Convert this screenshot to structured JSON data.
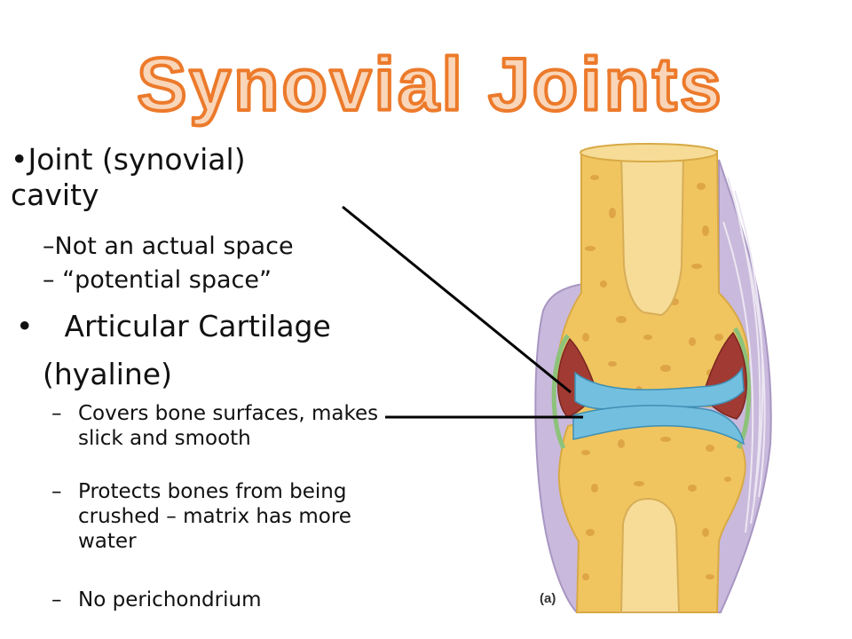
{
  "slide": {
    "title": "Synovial Joints",
    "bullets": {
      "joint_cavity_a": "•Joint (synovial)",
      "joint_cavity_b": "cavity",
      "not_actual_space": "–Not an actual space",
      "potential_space": "– “potential space”",
      "articular_dot": "•",
      "articular": "Articular Cartilage",
      "hyaline": "(hyaline)",
      "dash": "–",
      "covers": "Covers bone surfaces, makes slick and smooth",
      "protects": "Protects bones from being crushed – matrix has more water",
      "no_perichondrium": "No perichondrium"
    },
    "figure_label": "(a)"
  },
  "colors": {
    "title_fill": "#f9d6b9",
    "title_stroke": "#ec7a2b",
    "bone_yellow": "#f0c560",
    "marrow": "#f6dc96",
    "cartilage_blue": "#72bfe0",
    "cavity_red": "#a13a33",
    "membrane_green": "#8dc27a",
    "capsule_lavender": "#c9b9dc"
  }
}
